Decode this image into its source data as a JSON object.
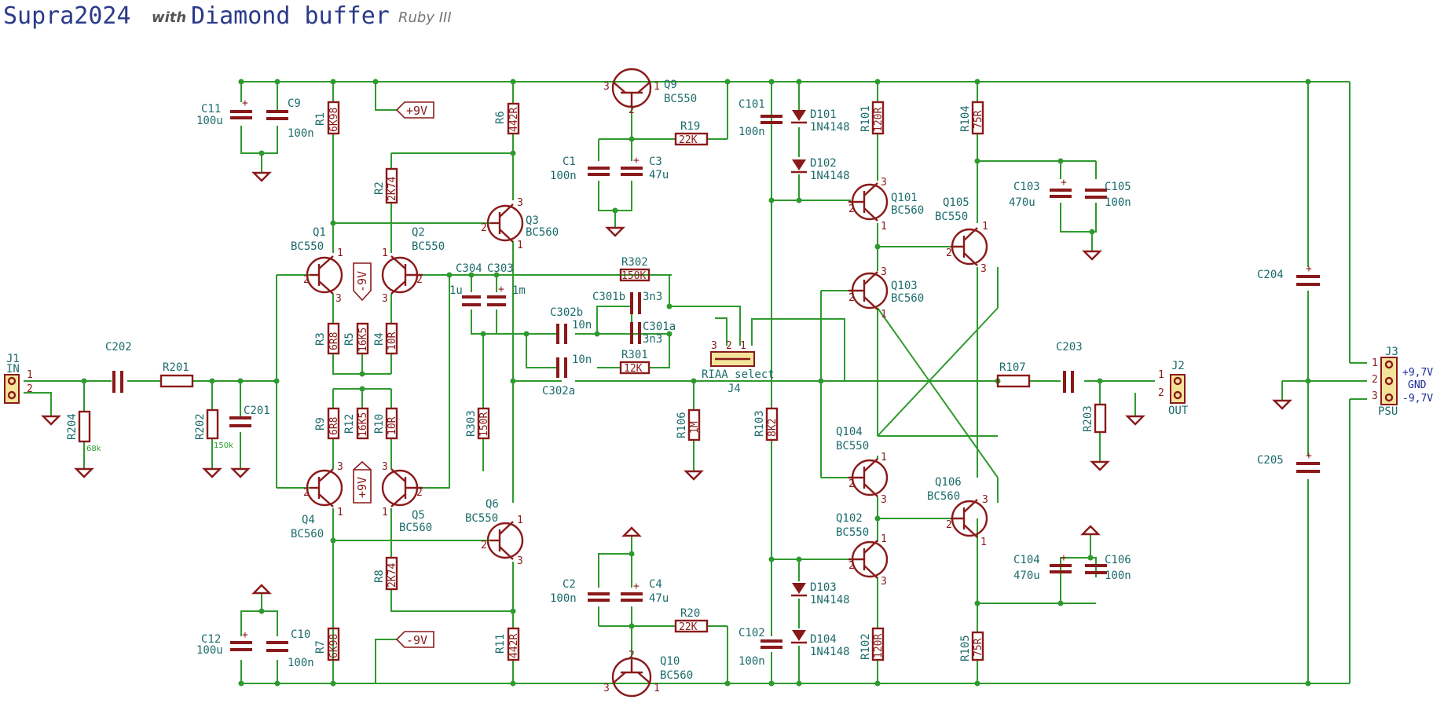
{
  "title": {
    "main": "Supra2024",
    "with": "with",
    "buffer": "Diamond buffer",
    "author": "Ruby III"
  },
  "flags": {
    "pos_top": "+9V",
    "neg_mid": "-9V",
    "pos_mid": "+9V",
    "neg_bottom": "-9V"
  },
  "connectors": {
    "in": {
      "ref": "J1",
      "label": "IN",
      "pins": [
        "1",
        "2"
      ]
    },
    "out": {
      "ref": "J2",
      "label": "OUT",
      "pins": [
        "1",
        "2"
      ]
    },
    "psu": {
      "ref": "J3",
      "label": "PSU",
      "pins": [
        "1",
        "2",
        "3"
      ],
      "rails": [
        "+9,7V",
        "GND",
        "-9,7V"
      ]
    },
    "riaa": {
      "ref": "J4",
      "label": "RIAA select",
      "pins": [
        "3",
        "2",
        "1"
      ]
    }
  },
  "resistors": {
    "R1": {
      "ref": "R1",
      "val": "6K98"
    },
    "R2": {
      "ref": "R2",
      "val": "2K74"
    },
    "R3": {
      "ref": "R3",
      "val": "6R8"
    },
    "R4": {
      "ref": "R4",
      "val": "10R"
    },
    "R5": {
      "ref": "R5",
      "val": "16K5"
    },
    "R6": {
      "ref": "R6",
      "val": "442R"
    },
    "R7": {
      "ref": "R7",
      "val": "6K98"
    },
    "R8": {
      "ref": "R8",
      "val": "2K74"
    },
    "R9": {
      "ref": "R9",
      "val": "6R8"
    },
    "R10": {
      "ref": "R10",
      "val": "10R"
    },
    "R11": {
      "ref": "R11",
      "val": "442R"
    },
    "R12": {
      "ref": "R12",
      "val": "16K5"
    },
    "R19": {
      "ref": "R19",
      "val": "22K"
    },
    "R20": {
      "ref": "R20",
      "val": "22K"
    },
    "R101": {
      "ref": "R101",
      "val": "120R"
    },
    "R102": {
      "ref": "R102",
      "val": "120R"
    },
    "R103": {
      "ref": "R103",
      "val": "8K2"
    },
    "R104": {
      "ref": "R104",
      "val": "75R"
    },
    "R105": {
      "ref": "R105",
      "val": "75R"
    },
    "R106": {
      "ref": "R106",
      "val": "1M"
    },
    "R107": {
      "ref": "R107",
      "val": ""
    },
    "R201": {
      "ref": "R201",
      "val": ""
    },
    "R202": {
      "ref": "R202",
      "val": "150k"
    },
    "R203": {
      "ref": "R203",
      "val": ""
    },
    "R204": {
      "ref": "R204",
      "val": "68k"
    },
    "R301": {
      "ref": "R301",
      "val": "12K"
    },
    "R302": {
      "ref": "R302",
      "val": "150K"
    },
    "R303": {
      "ref": "R303",
      "val": "150R"
    }
  },
  "capacitors": {
    "C1": {
      "ref": "C1",
      "val": "100n"
    },
    "C2": {
      "ref": "C2",
      "val": "100n"
    },
    "C3": {
      "ref": "C3",
      "val": "47u"
    },
    "C4": {
      "ref": "C4",
      "val": "47u"
    },
    "C9": {
      "ref": "C9",
      "val": "100n"
    },
    "C10": {
      "ref": "C10",
      "val": "100n"
    },
    "C11": {
      "ref": "C11",
      "val": "100u"
    },
    "C12": {
      "ref": "C12",
      "val": "100u"
    },
    "C101": {
      "ref": "C101",
      "val": "100n"
    },
    "C102": {
      "ref": "C102",
      "val": "100n"
    },
    "C103": {
      "ref": "C103",
      "val": "470u"
    },
    "C104": {
      "ref": "C104",
      "val": "470u"
    },
    "C105": {
      "ref": "C105",
      "val": "100n"
    },
    "C106": {
      "ref": "C106",
      "val": "100n"
    },
    "C201": {
      "ref": "C201",
      "val": ""
    },
    "C202": {
      "ref": "C202",
      "val": ""
    },
    "C203": {
      "ref": "C203",
      "val": ""
    },
    "C204": {
      "ref": "C204",
      "val": ""
    },
    "C205": {
      "ref": "C205",
      "val": ""
    },
    "C301a": {
      "ref": "C301a",
      "val": "3n3"
    },
    "C301b": {
      "ref": "C301b",
      "val": "3n3"
    },
    "C302a": {
      "ref": "C302a",
      "val": "10n"
    },
    "C302b": {
      "ref": "C302b",
      "val": "10n"
    },
    "C303": {
      "ref": "C303",
      "val": "1m"
    },
    "C304": {
      "ref": "C304",
      "val": "1u"
    }
  },
  "diodes": {
    "D101": {
      "ref": "D101",
      "val": "1N4148"
    },
    "D102": {
      "ref": "D102",
      "val": "1N4148"
    },
    "D103": {
      "ref": "D103",
      "val": "1N4148"
    },
    "D104": {
      "ref": "D104",
      "val": "1N4148"
    }
  },
  "transistors": {
    "Q1": {
      "ref": "Q1",
      "val": "BC550"
    },
    "Q2": {
      "ref": "Q2",
      "val": "BC550"
    },
    "Q3": {
      "ref": "Q3",
      "val": "BC560"
    },
    "Q4": {
      "ref": "Q4",
      "val": "BC560"
    },
    "Q5": {
      "ref": "Q5",
      "val": "BC560"
    },
    "Q6": {
      "ref": "Q6",
      "val": "BC550"
    },
    "Q9": {
      "ref": "Q9",
      "val": "BC550"
    },
    "Q10": {
      "ref": "Q10",
      "val": "BC560"
    },
    "Q101": {
      "ref": "Q101",
      "val": "BC560"
    },
    "Q102": {
      "ref": "Q102",
      "val": "BC550"
    },
    "Q103": {
      "ref": "Q103",
      "val": "BC560"
    },
    "Q104": {
      "ref": "Q104",
      "val": "BC550"
    },
    "Q105": {
      "ref": "Q105",
      "val": "BC550"
    },
    "Q106": {
      "ref": "Q106",
      "val": "BC560"
    }
  },
  "pins": {
    "p1": "1",
    "p2": "2",
    "p3": "3"
  }
}
